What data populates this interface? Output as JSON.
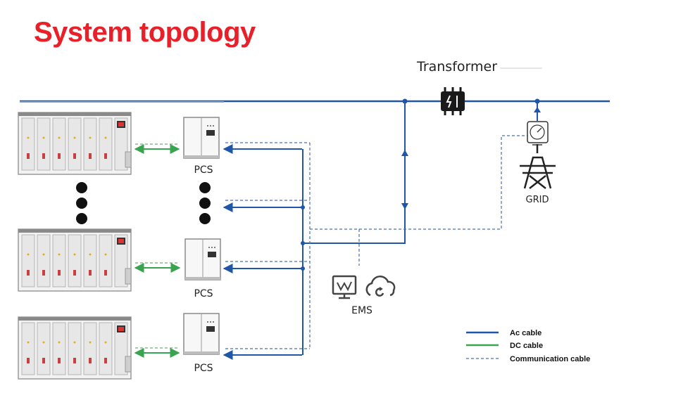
{
  "title": "System topology",
  "labels": {
    "transformer": "Transformer",
    "pcs": "PCS",
    "ems": "EMS",
    "grid": "GRID"
  },
  "legend": {
    "ac": "Ac cable",
    "dc": "DC cable",
    "comm": "Communication cable"
  },
  "colors": {
    "title": "#e8202a",
    "ac_cable": "#1f56a8",
    "dc_cable": "#3aa350",
    "comm_cable": "#4a6fae"
  },
  "icons": [
    "battery-cabinet-icon",
    "pcs-cabinet-icon",
    "transformer-icon",
    "meter-icon",
    "grid-tower-icon",
    "ems-monitor-icon",
    "cloud-icon"
  ]
}
